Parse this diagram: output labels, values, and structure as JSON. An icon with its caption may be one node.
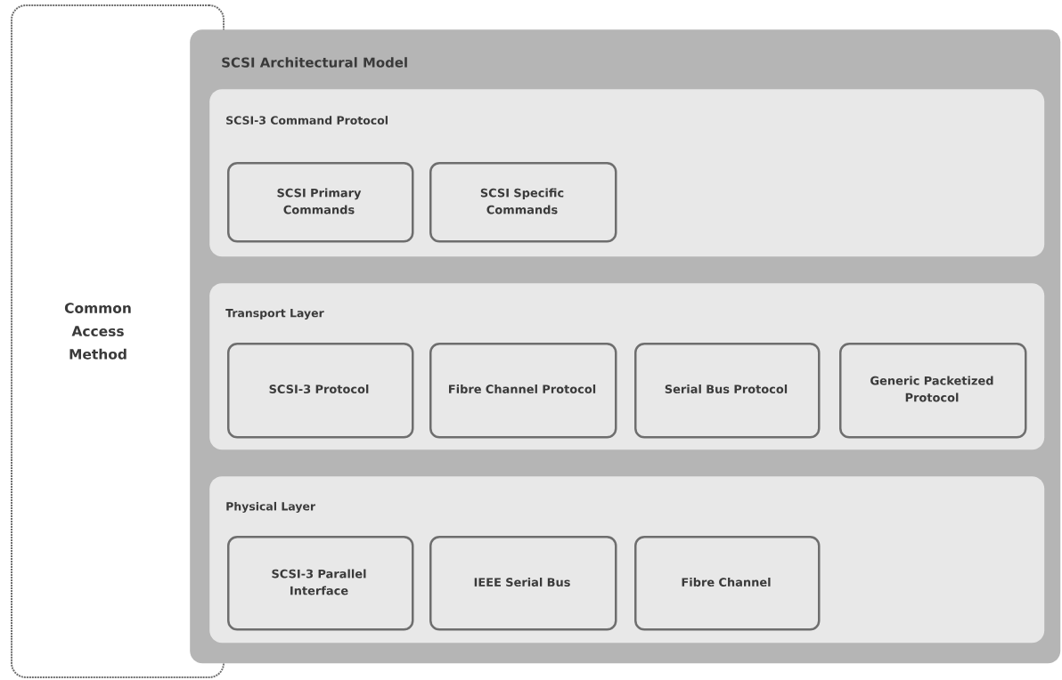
{
  "diagram": {
    "nodes": [
      {
        "text": [
          "Common Access Method"
        ]
      },
      {
        "text": [
          "SCSI Architectural Model"
        ]
      },
      {
        "text": [
          "SCSI-3 Command Protocol"
        ],
        "in": 1
      },
      {
        "text": [
          "SCSI Primary Commands"
        ],
        "in": 2
      },
      {
        "text": [
          "SCSI Specific Commands"
        ],
        "in": 2
      },
      {
        "text": [
          "Transport Layer"
        ],
        "in": 1
      },
      {
        "text": [
          "SCSI-3 Protocol"
        ],
        "in": 5
      },
      {
        "text": [
          "Fibre Channel Protocol"
        ],
        "in": 5
      },
      {
        "text": [
          "Serial Bus Protocol"
        ],
        "in": 5
      },
      {
        "text": [
          "Generic Packetized Protocol"
        ],
        "in": 5
      },
      {
        "text": [
          "Physical Layer"
        ],
        "in": 1
      },
      {
        "text": [
          "SCSI-3 Parallel Interface"
        ],
        "in": 10
      },
      {
        "text": [
          "IEEE Serial Bus"
        ],
        "in": 10
      },
      {
        "text": [
          "Fibre Channel"
        ],
        "in": 10
      }
    ]
  }
}
